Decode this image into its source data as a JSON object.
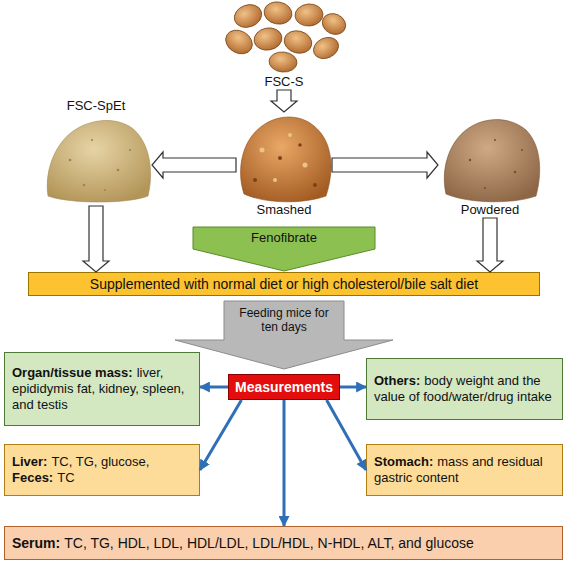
{
  "diagram": {
    "nodes": [
      {
        "text": [
          "FSC-S"
        ]
      },
      {
        "text": [
          "FSC-SpEt"
        ]
      },
      {
        "text": [
          "Smashed"
        ]
      },
      {
        "text": [
          "Powdered"
        ]
      },
      {
        "text": [
          "Fenofibrate"
        ]
      },
      {
        "text": [
          "Supplemented with normal diet or high cholesterol/bile salt diet"
        ]
      },
      {
        "text": [
          "Feeding mice for ten days"
        ]
      },
      {
        "text": [
          "Measurements"
        ]
      },
      {
        "text": [
          "Organ/tissue mass:",
          "liver, epididymis fat, kidney, spleen, and testis"
        ]
      },
      {
        "text": [
          "Others:",
          "body weight and the value of food/water/drug intake"
        ]
      },
      {
        "text": [
          "Liver:",
          "TC, TG, glucose,",
          "Feces:",
          "TC"
        ]
      },
      {
        "text": [
          "Stomach:",
          "mass and residual gastric content"
        ]
      },
      {
        "text": [
          "Serum:",
          "TC, TG, HDL, LDL, HDL/LDL, LDL/HDL, N-HDL, ALT, and glucose"
        ]
      }
    ],
    "edges": [
      {
        "from": 0,
        "to": 2,
        "arrow": "to"
      },
      {
        "from": 2,
        "to": 1,
        "arrow": "to"
      },
      {
        "from": 2,
        "to": 3,
        "arrow": "to"
      },
      {
        "from": 1,
        "to": 5,
        "arrow": "to"
      },
      {
        "from": 3,
        "to": 5,
        "arrow": "to"
      },
      {
        "from": 7,
        "to": 8,
        "arrow": "to"
      },
      {
        "from": 7,
        "to": 9,
        "arrow": "to"
      },
      {
        "from": 7,
        "to": 10,
        "arrow": "to"
      },
      {
        "from": 7,
        "to": 11,
        "arrow": "to"
      },
      {
        "from": 7,
        "to": 12,
        "arrow": "to"
      }
    ]
  }
}
